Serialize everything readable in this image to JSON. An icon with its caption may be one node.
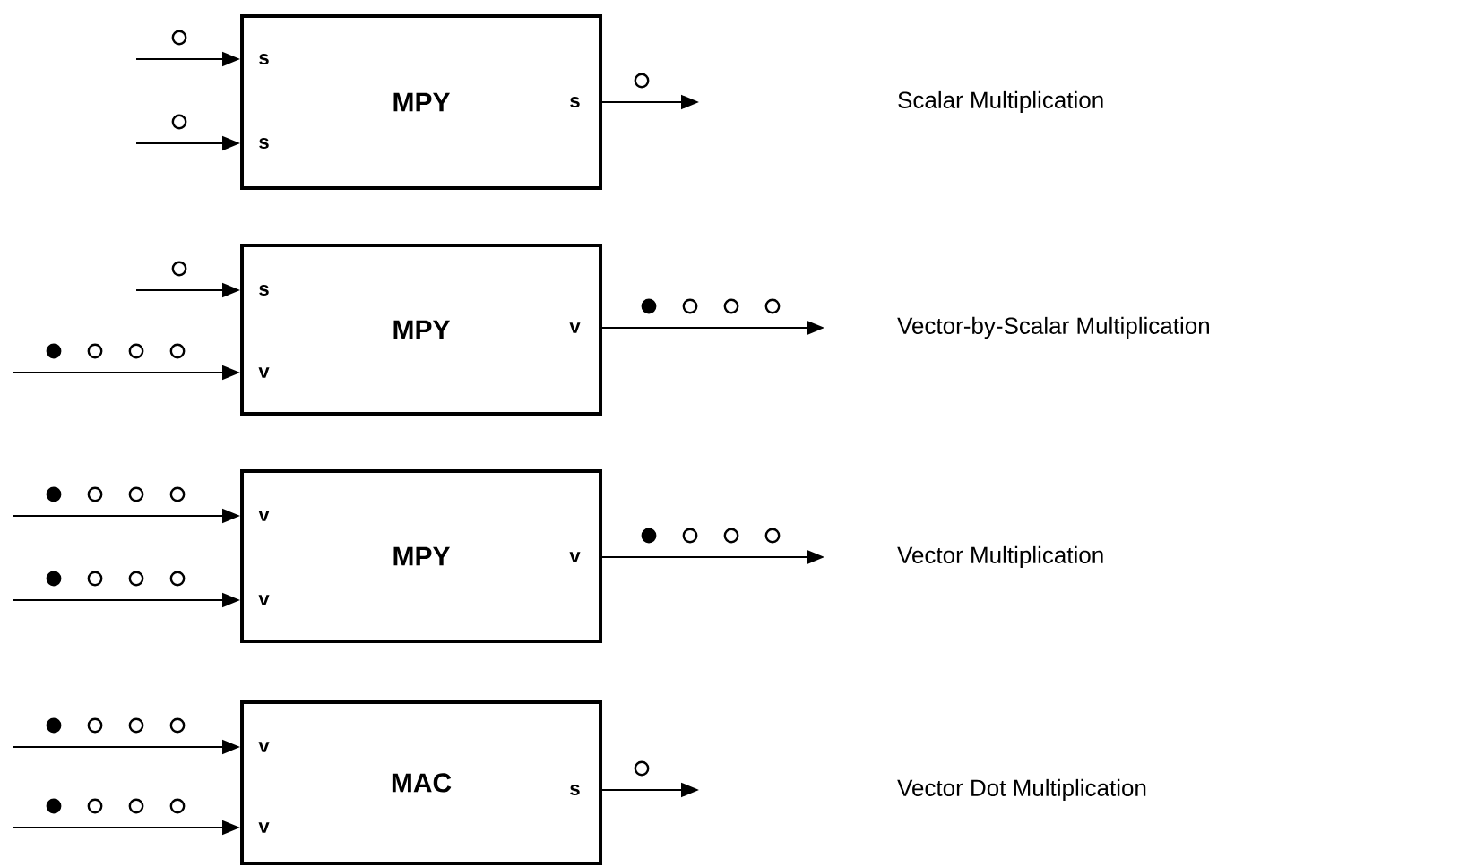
{
  "diagram": {
    "nodes": [
      {
        "text": [
          "MPY",
          "s",
          "s",
          "s"
        ]
      },
      {
        "text": [
          "MPY",
          "s",
          "v",
          "v"
        ]
      },
      {
        "text": [
          "MPY",
          "v",
          "v",
          "v"
        ]
      },
      {
        "text": [
          "MAC",
          "v",
          "v",
          "s"
        ]
      }
    ],
    "labels": [
      "Scalar Multiplication",
      "Vector-by-Scalar Multiplication",
      "Vector Multiplication",
      "Vector Dot Multiplication"
    ],
    "edges": [
      {
        "from": null,
        "to": 0,
        "arrow": "to"
      },
      {
        "from": null,
        "to": 0,
        "arrow": "to"
      },
      {
        "from": 0,
        "to": null,
        "arrow": "to"
      },
      {
        "from": null,
        "to": 1,
        "arrow": "to"
      },
      {
        "from": null,
        "to": 1,
        "arrow": "to"
      },
      {
        "from": 1,
        "to": null,
        "arrow": "to"
      },
      {
        "from": null,
        "to": 2,
        "arrow": "to"
      },
      {
        "from": null,
        "to": 2,
        "arrow": "to"
      },
      {
        "from": 2,
        "to": null,
        "arrow": "to"
      },
      {
        "from": null,
        "to": 3,
        "arrow": "to"
      },
      {
        "from": null,
        "to": 3,
        "arrow": "to"
      },
      {
        "from": 3,
        "to": null,
        "arrow": "to"
      }
    ]
  }
}
